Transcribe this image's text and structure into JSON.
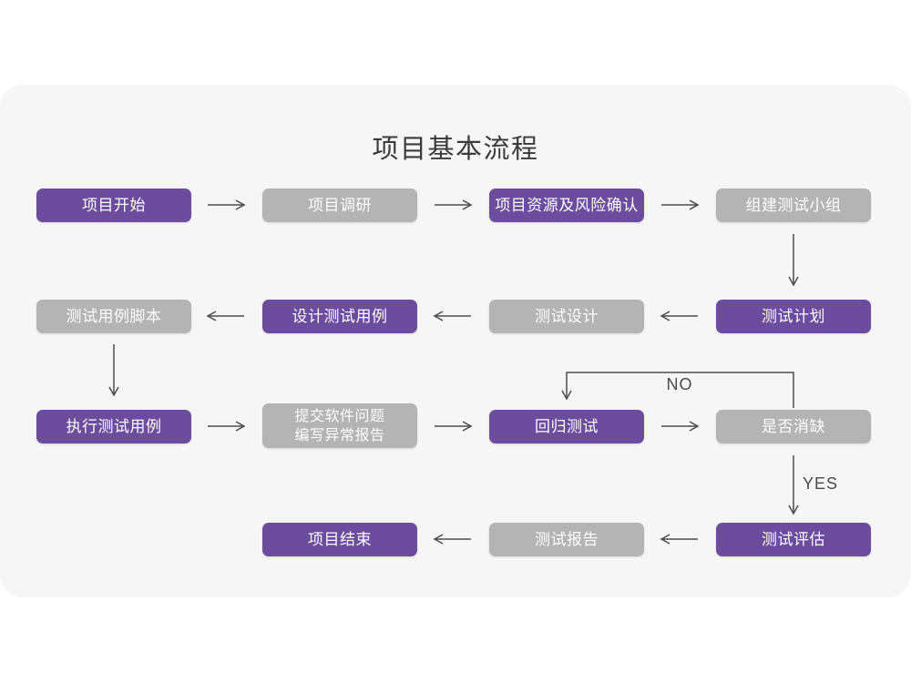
{
  "title": "项目基本流程",
  "flowchart": {
    "nodes": {
      "project_start": "项目开始",
      "project_research": "项目调研",
      "resource_risk_confirm": "项目资源及风险确认",
      "build_test_team": "组建测试小组",
      "test_plan": "测试计划",
      "test_design": "测试设计",
      "design_test_cases": "设计测试用例",
      "test_case_script": "测试用例脚本",
      "execute_test_cases": "执行测试用例",
      "submit_issue_report": "提交软件问题\n编写异常报告",
      "regression_test": "回归测试",
      "defect_cleared": "是否消缺",
      "test_evaluation": "测试评估",
      "test_report": "测试报告",
      "project_end": "项目结束"
    },
    "branch_labels": {
      "no": "NO",
      "yes": "YES"
    },
    "colors": {
      "active_node": "#6c4d9d",
      "inactive_node": "#b4b4b4",
      "node_text": "#fdfdfd",
      "arrow": "#4d4d4d",
      "canvas_background": "#f6f6f6",
      "page_background": "#ffffff",
      "title_text": "#3b3b3b"
    }
  }
}
